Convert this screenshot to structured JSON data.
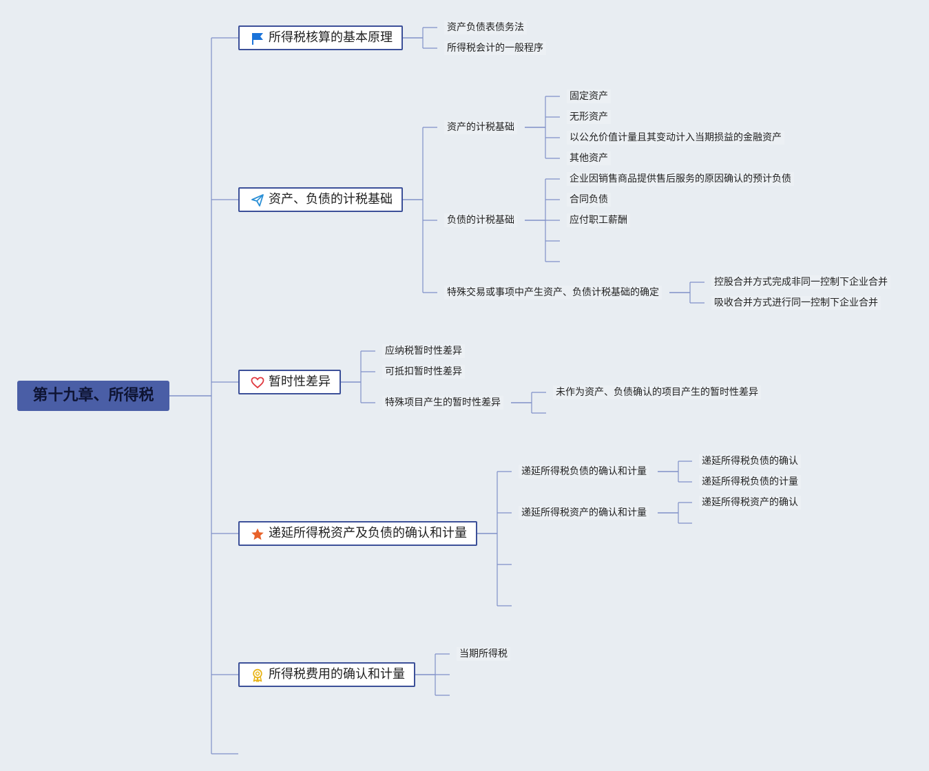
{
  "root": {
    "label": "第十九章、所得税"
  },
  "topics": [
    {
      "label": "所得税核算的基本原理",
      "icon": "flag-icon",
      "children": [
        "资产负债表债务法",
        "所得税会计的一般程序"
      ]
    },
    {
      "label": "资产、负债的计税基础",
      "icon": "paper-plane-icon",
      "children": [
        {
          "label": "资产的计税基础",
          "children": [
            "固定资产",
            "无形资产",
            "以公允价值计量且其变动计入当期损益的金融资产",
            "其他资产"
          ]
        },
        {
          "label": "负债的计税基础",
          "children": [
            "企业因销售商品提供售后服务的原因确认的预计负债",
            "合同负债",
            "应付职工薪酬"
          ]
        },
        {
          "label": "特殊交易或事项中产生资产、负债计税基础的确定",
          "children": [
            "控股合并方式完成非同一控制下企业合并",
            "吸收合并方式进行同一控制下企业合并"
          ]
        }
      ]
    },
    {
      "label": "暂时性差异",
      "icon": "heart-icon",
      "children": [
        "应纳税暂时性差异",
        "可抵扣暂时性差异",
        {
          "label": "特殊项目产生的暂时性差异",
          "children": [
            "未作为资产、负债确认的项目产生的暂时性差异"
          ]
        }
      ]
    },
    {
      "label": "递延所得税资产及负债的确认和计量",
      "icon": "star-icon",
      "children": [
        {
          "label": "递延所得税负债的确认和计量",
          "children": [
            "递延所得税负债的确认",
            "递延所得税负债的计量"
          ]
        },
        {
          "label": "递延所得税资产的确认和计量",
          "children": [
            "递延所得税资产的确认"
          ]
        }
      ]
    },
    {
      "label": "所得税费用的确认和计量",
      "icon": "award-icon",
      "children": [
        "当期所得税"
      ]
    }
  ],
  "colors": {
    "background": "#e8edf2",
    "root_fill": "#4a5ea6",
    "topic_border": "#3b4f98",
    "connector": "#5a6fb5",
    "flag": "#1a73d9",
    "plane": "#2a8fd6",
    "heart": "#e0383e",
    "star": "#e8622a",
    "award": "#e8b418"
  }
}
